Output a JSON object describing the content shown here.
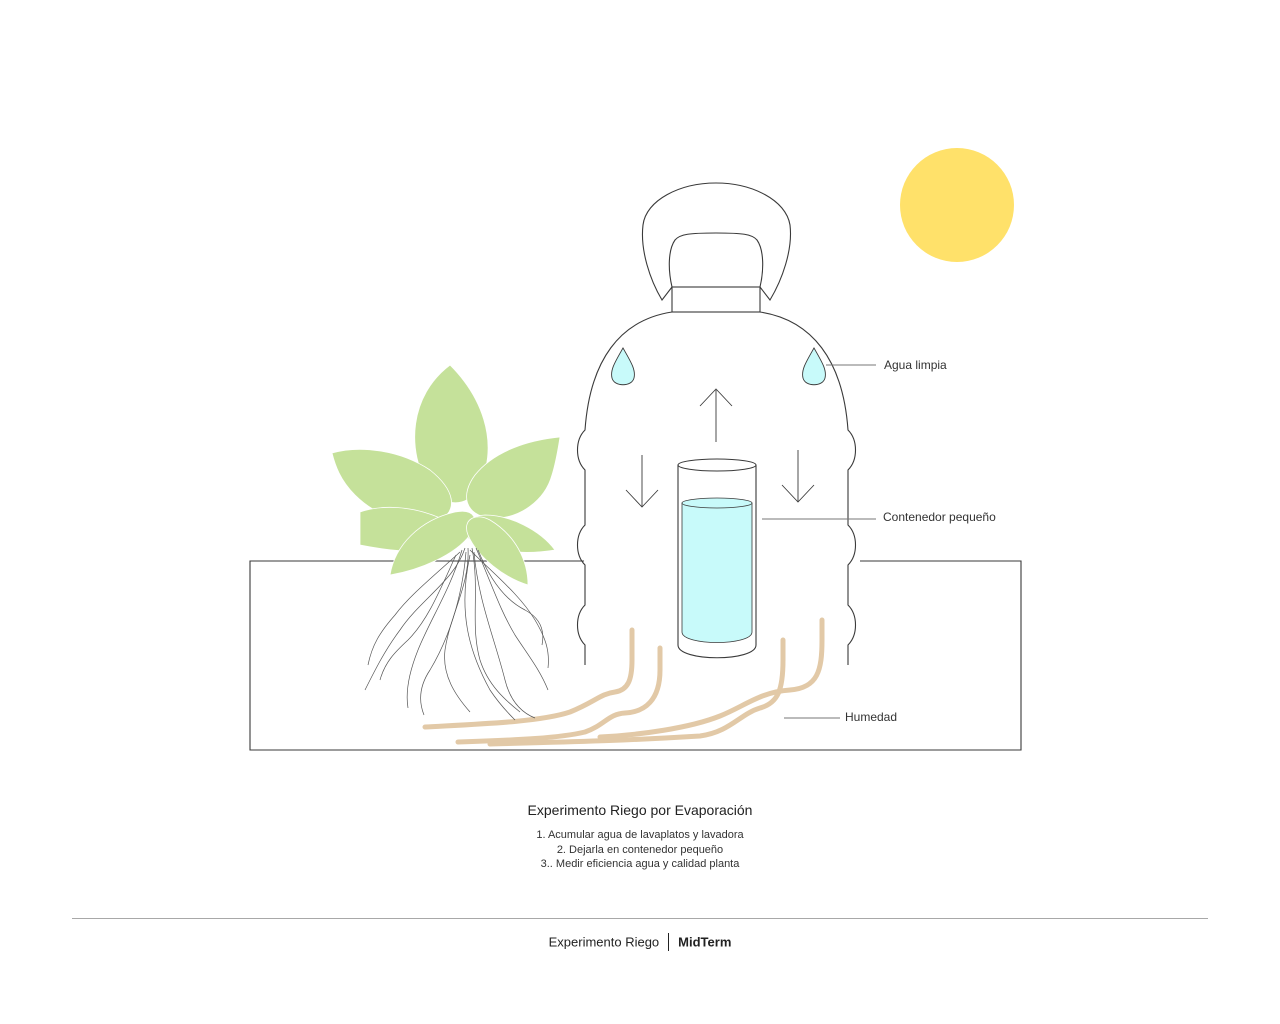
{
  "labels": {
    "clean_water": "Agua limpia",
    "small_container": "Contenedor pequeño",
    "humidity": "Humedad"
  },
  "caption": {
    "title": "Experimento Riego por Evaporación",
    "steps": [
      "1. Acumular agua de lavaplatos y lavadora",
      "2. Dejarla en contenedor pequeño",
      "3.. Medir eficiencia agua y calidad planta"
    ]
  },
  "footer": {
    "project": "Experimento Riego",
    "course": "MidTerm"
  },
  "colors": {
    "sun": "#FFE16A",
    "leaf": "#C5E19A",
    "water": "#C8FAFA",
    "moisture": "#D9B88A",
    "outline": "#3a3a3a"
  },
  "icons": [
    "sun-icon",
    "plant-icon",
    "bottle-icon",
    "water-drop-icon",
    "arrow-up-icon",
    "arrow-down-icon",
    "roots-icon"
  ]
}
